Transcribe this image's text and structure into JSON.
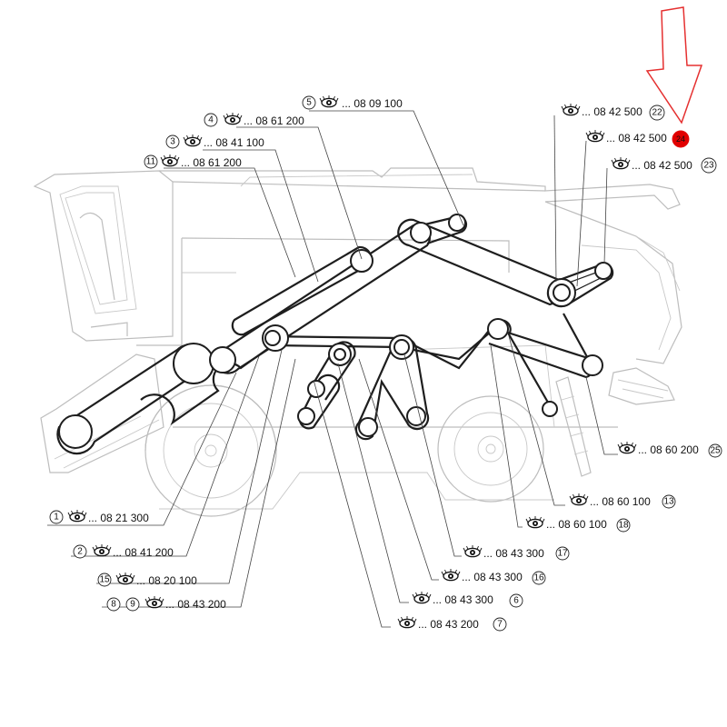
{
  "callouts": [
    {
      "nums": [
        "5"
      ],
      "code": "08 09 100"
    },
    {
      "nums": [
        "4"
      ],
      "code": "08 61 200"
    },
    {
      "nums": [
        "3"
      ],
      "code": "08 41 100"
    },
    {
      "nums": [
        "11"
      ],
      "code": "08 61 200"
    },
    {
      "nums": [
        "22"
      ],
      "code": "08 42 500"
    },
    {
      "nums": [
        "24"
      ],
      "code": "08 42 500"
    },
    {
      "nums": [
        "23"
      ],
      "code": "08 42 500"
    },
    {
      "nums": [
        "1"
      ],
      "code": "08 21 300"
    },
    {
      "nums": [
        "2"
      ],
      "code": "08 41 200"
    },
    {
      "nums": [
        "15"
      ],
      "code": "08 20 100"
    },
    {
      "nums": [
        "8",
        "9"
      ],
      "code": "08 43 200"
    },
    {
      "nums": [
        "25"
      ],
      "code": "08 60 200"
    },
    {
      "nums": [
        "13"
      ],
      "code": "08 60 100"
    },
    {
      "nums": [
        "18"
      ],
      "code": "08 60 100"
    },
    {
      "nums": [
        "17"
      ],
      "code": "08 43 300"
    },
    {
      "nums": [
        "16"
      ],
      "code": "08 43 300"
    },
    {
      "nums": [
        "6"
      ],
      "code": "08 43 300"
    },
    {
      "nums": [
        "7"
      ],
      "code": "08 43 200"
    }
  ],
  "prefix": "...",
  "icon": "eye-icon",
  "highlight_color": "#e10000",
  "arrow_color": "#e53030"
}
